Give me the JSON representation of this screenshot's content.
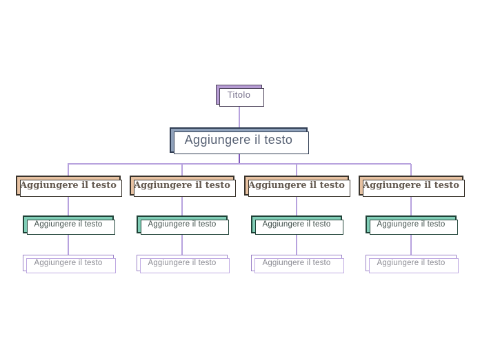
{
  "diagram": {
    "type": "org-chart",
    "title_node": {
      "label": "Titolo"
    },
    "root_node": {
      "label": "Aggiungere il testo"
    },
    "columns": [
      {
        "branch": {
          "label": "Aggiungere il testo"
        },
        "child": {
          "label": "Aggiungere il testo"
        },
        "leaf": {
          "label": "Aggiungere il testo"
        }
      },
      {
        "branch": {
          "label": "Aggiungere il testo"
        },
        "child": {
          "label": "Aggiungere il testo"
        },
        "leaf": {
          "label": "Aggiungere il testo"
        }
      },
      {
        "branch": {
          "label": "Aggiungere il testo"
        },
        "child": {
          "label": "Aggiungere il testo"
        },
        "leaf": {
          "label": "Aggiungere il testo"
        }
      },
      {
        "branch": {
          "label": "Aggiungere il testo"
        },
        "child": {
          "label": "Aggiungere il testo"
        },
        "leaf": {
          "label": "Aggiungere il testo"
        }
      }
    ],
    "colors": {
      "title_fill": "#b69cd3",
      "title_border": "#4a4058",
      "title_text": "#77718c",
      "root_fill": "#8fa1ba",
      "root_border": "#2f3c52",
      "root_text": "#555f72",
      "branch_fill": "#e7c2a2",
      "branch_border": "#39332b",
      "branch_text": "#63594f",
      "child_fill": "#80cdb6",
      "child_border": "#1f4237",
      "child_text": "#42504c",
      "leaf_fill": "#ffffff",
      "leaf_border": "#9a80c7",
      "leaf_text": "#8c8c94",
      "leaf_shadow": "#bfaae2",
      "connector_light": "#b7a2de",
      "connector_dark": "#8059bb"
    }
  }
}
